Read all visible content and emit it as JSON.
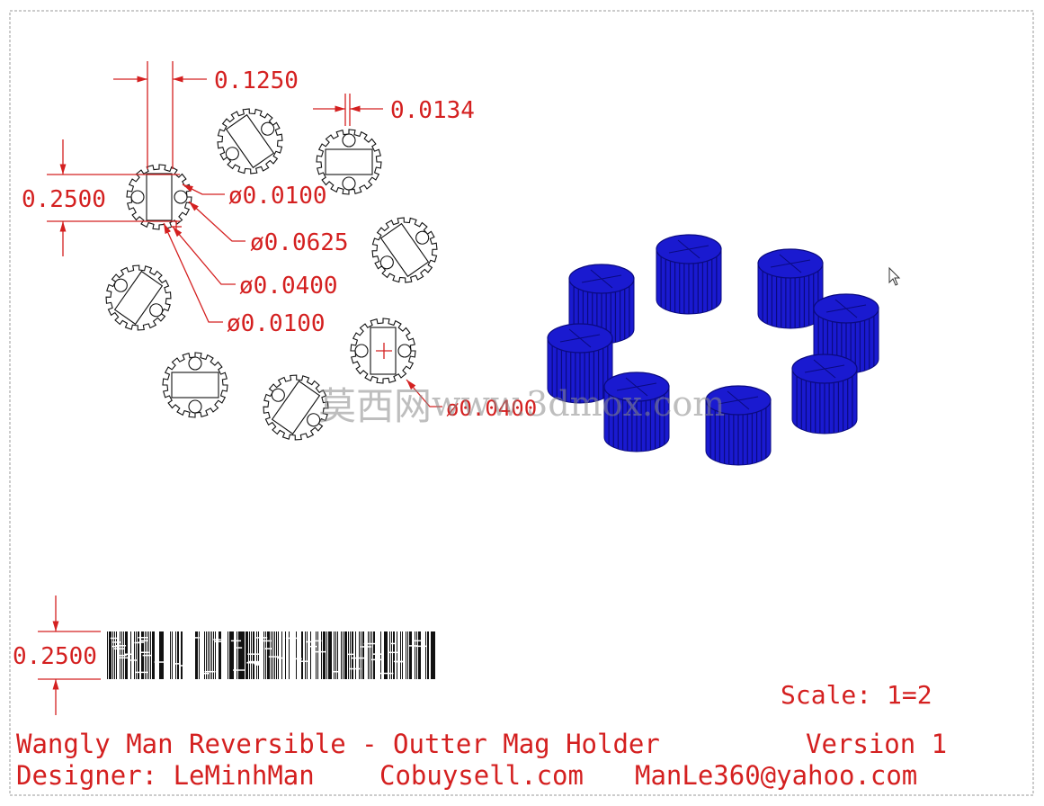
{
  "dimensions": {
    "width_top": "0.1250",
    "gap_top": "0.0134",
    "height_left": "0.2500",
    "dia_small_hole": "ø0.0100",
    "dia_tooth": "ø0.0625",
    "dia_mid_hole": "ø0.0400",
    "dia_small_hole_2": "ø0.0100",
    "dia_partial": "ø0.0400",
    "height_barcode": "0.2500"
  },
  "watermark": {
    "cjk": "莫西网",
    "url": "www.3dmox.com"
  },
  "title_block": {
    "scale": "Scale: 1=2",
    "title": "Wangly Man Reversible - Outter Mag Holder",
    "version": "Version 1",
    "designer": "Designer: LeMinhMan",
    "website": "Cobuysell.com",
    "email": "ManLe360@yahoo.com"
  },
  "colors": {
    "dimension": "#d42020",
    "part_fill": "#1a1ad0",
    "part_shadow": "#0a0a80",
    "outline": "#111111"
  },
  "icons": {
    "cursor": "arrow-cursor-icon"
  }
}
